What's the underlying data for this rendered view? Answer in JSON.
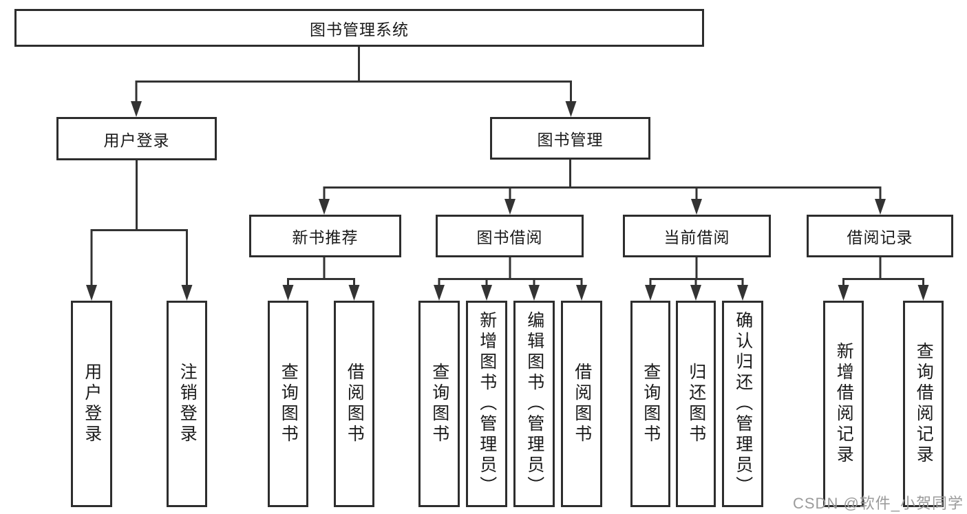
{
  "page": {
    "background": "#ffffff"
  },
  "colors": {
    "line": "#333333",
    "box_border": "#2d2d2d",
    "box_fill": "#ffffff",
    "text": "#1a1a1a",
    "watermark": "#9b9b9b"
  },
  "watermark": {
    "text": "CSDN @软件_小贺同学"
  },
  "tree": {
    "root": {
      "label": "图书管理系统"
    },
    "branches": [
      {
        "label": "用户登录",
        "children": [
          {
            "label": "用户登录"
          },
          {
            "label": "注销登录"
          }
        ]
      },
      {
        "label": "图书管理",
        "children": [
          {
            "label": "新书推荐",
            "children": [
              {
                "label": "查询图书"
              },
              {
                "label": "借阅图书"
              }
            ]
          },
          {
            "label": "图书借阅",
            "children": [
              {
                "label": "查询图书"
              },
              {
                "label": "新增图书（管理员）"
              },
              {
                "label": "编辑图书（管理员）"
              },
              {
                "label": "借阅图书"
              }
            ]
          },
          {
            "label": "当前借阅",
            "children": [
              {
                "label": "查询图书"
              },
              {
                "label": "归还图书"
              },
              {
                "label": "确认归还（管理员）"
              }
            ]
          },
          {
            "label": "借阅记录",
            "children": [
              {
                "label": "新增借阅记录"
              },
              {
                "label": "查询借阅记录"
              }
            ]
          }
        ]
      }
    ]
  }
}
